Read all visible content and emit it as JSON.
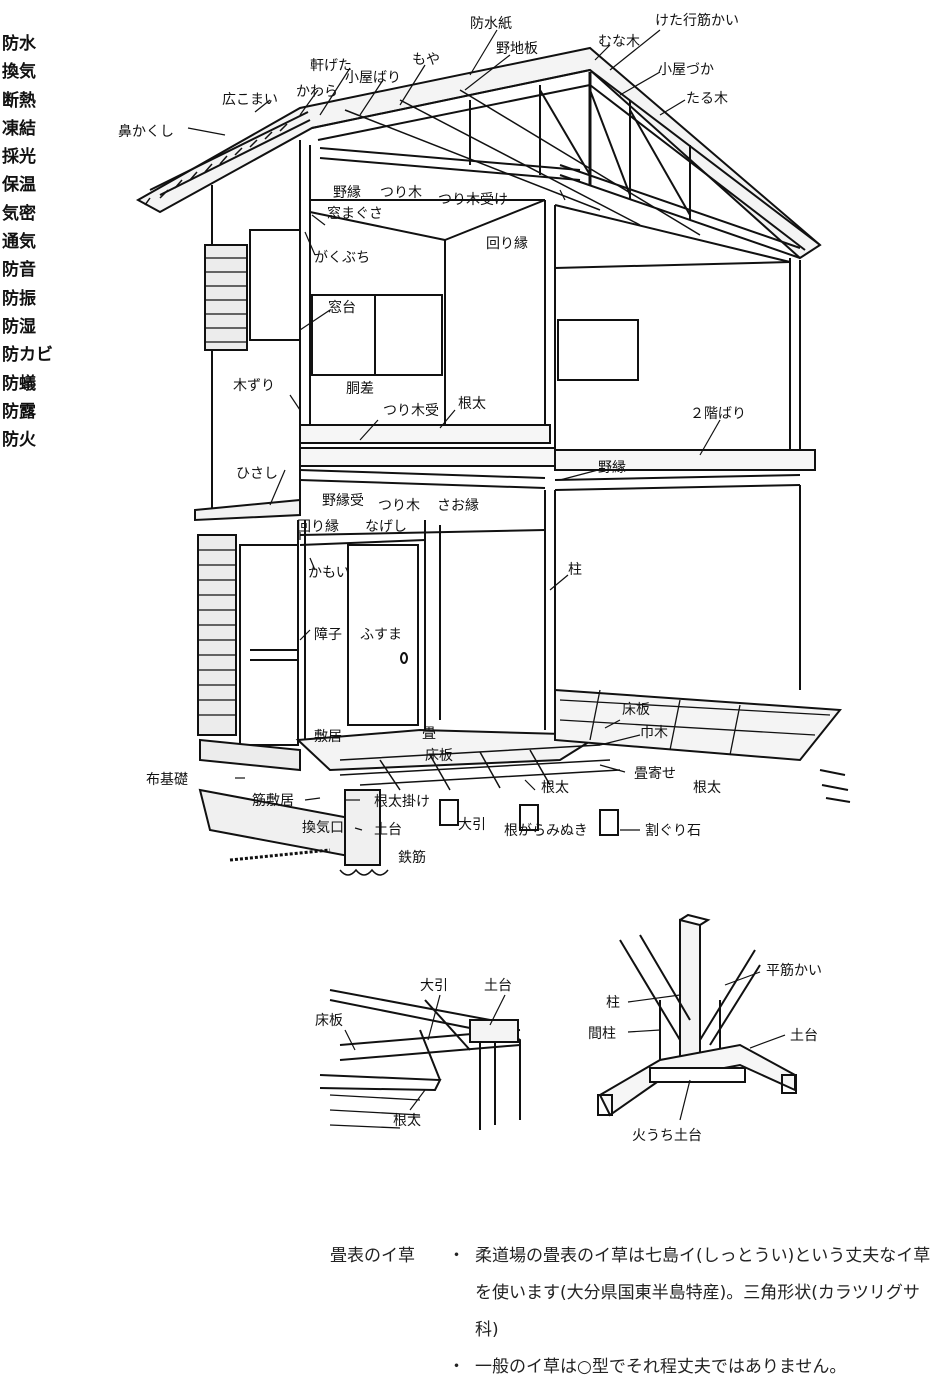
{
  "performance_terms": [
    "防水",
    "換気",
    "断熱",
    "凍結",
    "採光",
    "保温",
    "気密",
    "通気",
    "防音",
    "防振",
    "防湿",
    "防カビ",
    "防蟻",
    "防露",
    "防火"
  ],
  "house_labels": {
    "hana_kakushi": "鼻かくし",
    "hirokomai": "広こまい",
    "kawara": "かわら",
    "nokigeta": "軒げた",
    "koyabari": "小屋ばり",
    "moya": "もや",
    "bousuishi": "防水紙",
    "nojiita": "野地板",
    "munagi": "むな木",
    "keta_yuki_sujikai": "けた行筋かい",
    "koyazuka": "小屋づか",
    "taruki": "たる木",
    "noberi_upper": "野縁",
    "tsurigi_upper": "つり木",
    "tsurigi_uke_upper": "つり木受け",
    "madomagusa": "窓まぐさ",
    "mawaribuchi_upper": "回り縁",
    "gakubuchi": "がくぶち",
    "madodai": "窓台",
    "kizuri": "木ずり",
    "dousa": "胴差",
    "tsurigi_uke_mid": "つり木受",
    "neda_upper": "根太",
    "nikai_bari": "２階ばり",
    "hisashi": "ひさし",
    "noberi_mid": "野縁",
    "noberi_uke": "野縁受",
    "tsurigi_lower": "つり木",
    "saobuchi": "さお縁",
    "mawaribuchi_lower": "回り縁",
    "nageshi": "なげし",
    "kamoi": "かもい",
    "hashira": "柱",
    "shouji": "障子",
    "fusuma": "ふすま",
    "yukaita_right": "床板",
    "habaki": "巾木",
    "shikii": "敷居",
    "tatami": "畳",
    "yukaita_center": "床板",
    "tatamiyose": "畳寄せ",
    "nuno_kiso": "布基礎",
    "suji_shikii": "筋敷居",
    "neda_kake": "根太掛け",
    "neda_center": "根太",
    "neda_right": "根太",
    "kankiguchi": "換気口",
    "dodai": "土台",
    "oobiki": "大引",
    "negarami_nuki": "根がらみぬき",
    "wariguri_ishi": "割ぐり石",
    "tekkin": "鉄筋"
  },
  "floor_detail": {
    "oobiki": "大引",
    "dodai": "土台",
    "yukaita": "床板",
    "neda": "根太"
  },
  "corner_detail": {
    "hira_sujikai": "平筋かい",
    "hashira": "柱",
    "mabashira": "間柱",
    "dodai": "土台",
    "hiuchi_dodai": "火うち土台"
  },
  "notes": {
    "lead": "畳表のイ草",
    "bullet": "・",
    "item1": "柔道場の畳表のイ草は七島イ(しっとうい)という丈夫なイ草を使います(大分県国東半島特産)。三角形状(カラツリグサ科)",
    "item2": "一般のイ草は○型でそれ程丈夫ではありません。"
  }
}
